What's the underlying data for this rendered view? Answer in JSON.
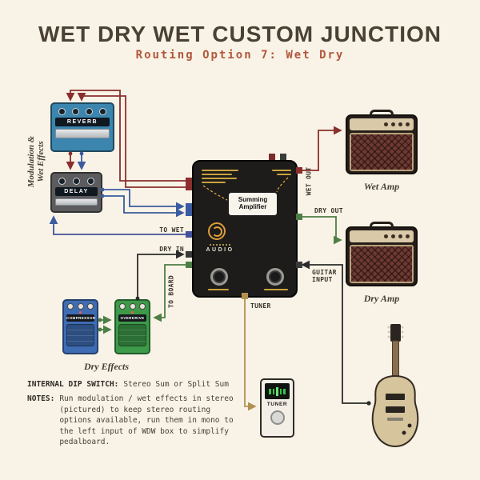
{
  "header": {
    "title": "WET DRY WET CUSTOM JUNCTION",
    "subtitle": "Routing Option 7: Wet Dry"
  },
  "left_group": {
    "line1": "Modulation &",
    "line2": "Wet Effects"
  },
  "pedals": {
    "reverb": "REVERB",
    "delay": "DELAY",
    "compressor": "COMPRESSOR",
    "overdrive": "OVERDRIVE",
    "tuner": "TUNER"
  },
  "junction_box": {
    "summing": "Summing Amplifier",
    "brand": "AUDIO",
    "logo_icon": "circle-brand-logo"
  },
  "amps": {
    "wet": "Wet Amp",
    "dry": "Dry Amp"
  },
  "group_labels": {
    "dry_effects": "Dry Effects"
  },
  "routing": {
    "to_wet": "TO WET",
    "dry_in": "DRY IN",
    "to_board": "TO BOARD",
    "wet_out": "WET OUT",
    "dry_out": "DRY OUT",
    "guitar_input": "GUITAR INPUT",
    "tuner": "TUNER"
  },
  "notes": {
    "dip_label": "INTERNAL DIP SWITCH:",
    "dip_value": "Stereo Sum or Split Sum",
    "notes_label": "NOTES:",
    "notes_text": "Run modulation / wet effects in stereo (pictured) to keep stereo routing options available, run them in mono to the left input of WDW box to simplify pedalboard."
  },
  "wire_colors": {
    "red": "#8a2e2e",
    "blue": "#3a5ba0",
    "green": "#4e7e46",
    "gold": "#b2914f",
    "black": "#2b2b2b",
    "accent": "#b2573d"
  }
}
